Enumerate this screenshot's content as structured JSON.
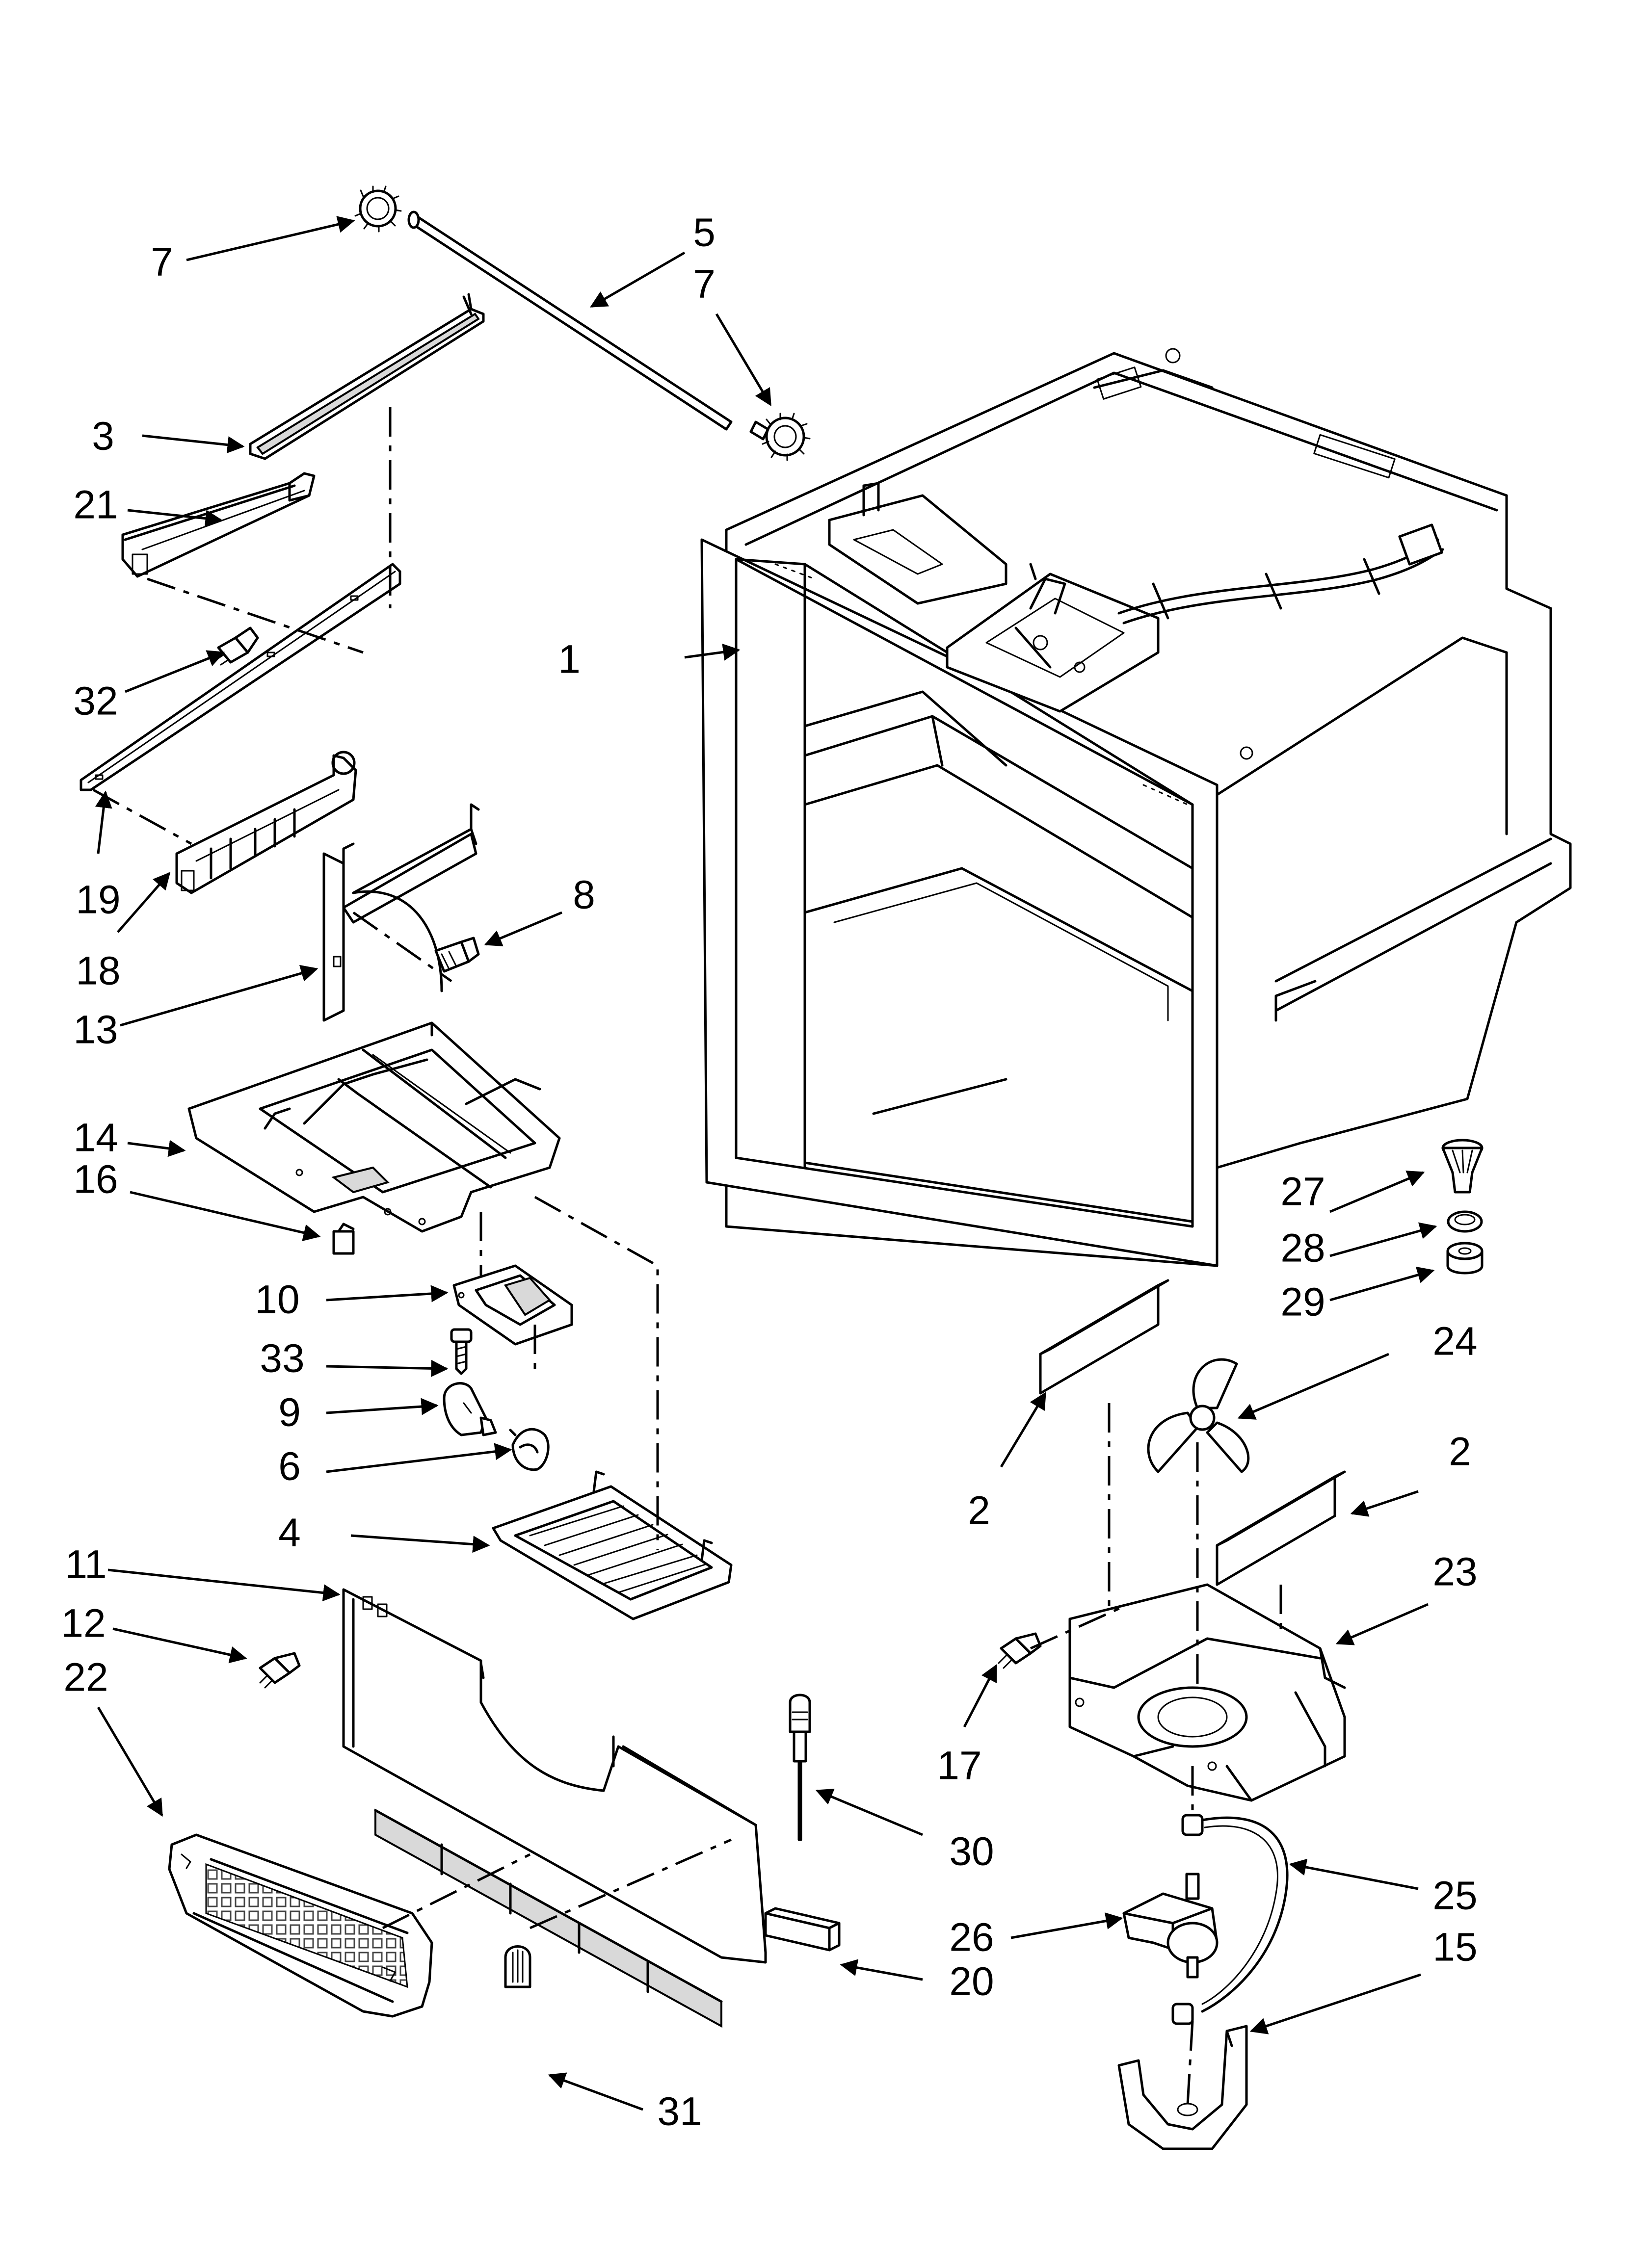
{
  "diagram": {
    "callouts": [
      "1",
      "2",
      "2",
      "3",
      "4",
      "5",
      "6",
      "7",
      "7",
      "8",
      "9",
      "10",
      "11",
      "12",
      "13",
      "14",
      "15",
      "16",
      "17",
      "18",
      "19",
      "20",
      "21",
      "22",
      "23",
      "24",
      "25",
      "26",
      "27",
      "28",
      "29",
      "30",
      "31",
      "32",
      "33"
    ]
  }
}
